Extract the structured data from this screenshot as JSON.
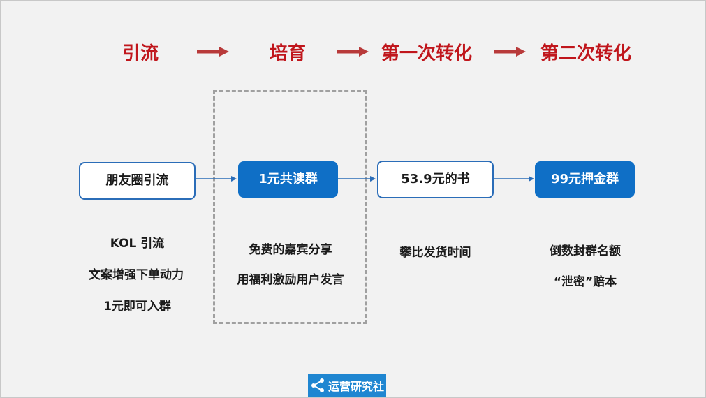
{
  "stages": [
    "引流",
    "培育",
    "第一次转化",
    "第二次转化"
  ],
  "nodes": [
    "朋友圈引流",
    "1元共读群",
    "53.9元的书",
    "99元押金群"
  ],
  "notes": {
    "col1": [
      "KOL 引流",
      "文案增强下单动力",
      "1元即可入群"
    ],
    "col2": [
      "免费的嘉宾分享",
      "用福利激励用户发言"
    ],
    "col3": [
      "攀比发货时间"
    ],
    "col4": [
      "倒数封群名额",
      "“泄密”赔本"
    ]
  },
  "logo": {
    "text": "运营研究社",
    "icon": "share-icon"
  },
  "colors": {
    "stage_red": "#c0161c",
    "blue": "#0f6fc6",
    "arrow_red": "#b83a3a"
  }
}
